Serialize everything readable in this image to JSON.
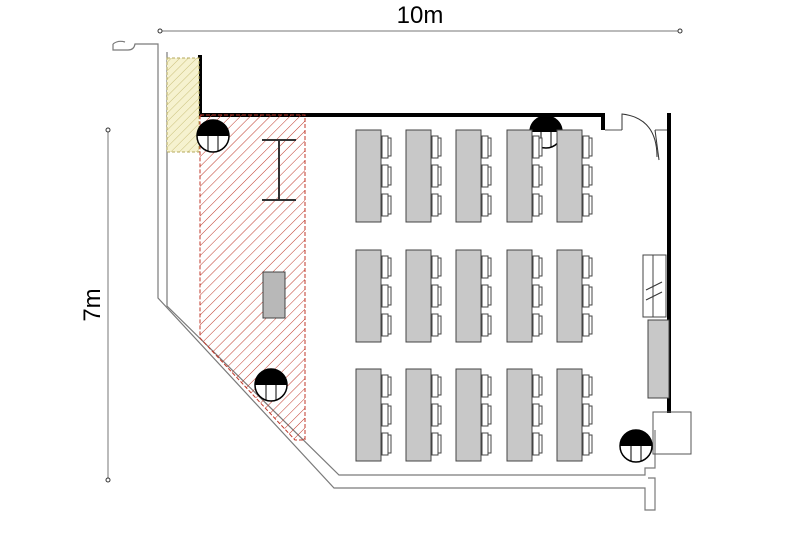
{
  "dimensions": {
    "width_label": "10m",
    "height_label": "7m"
  },
  "layout": {
    "table_block_rows": 3,
    "table_block_columns": 5,
    "chairs_per_table_side": 3
  },
  "colors": {
    "wall": "#000000",
    "wall_thin": "#7a7a7a",
    "table_fill": "#c8c8c8",
    "hatch_red": "#c0392b",
    "hatch_yellow": "#e8e0a0",
    "chair_fill": "#ffffff"
  }
}
